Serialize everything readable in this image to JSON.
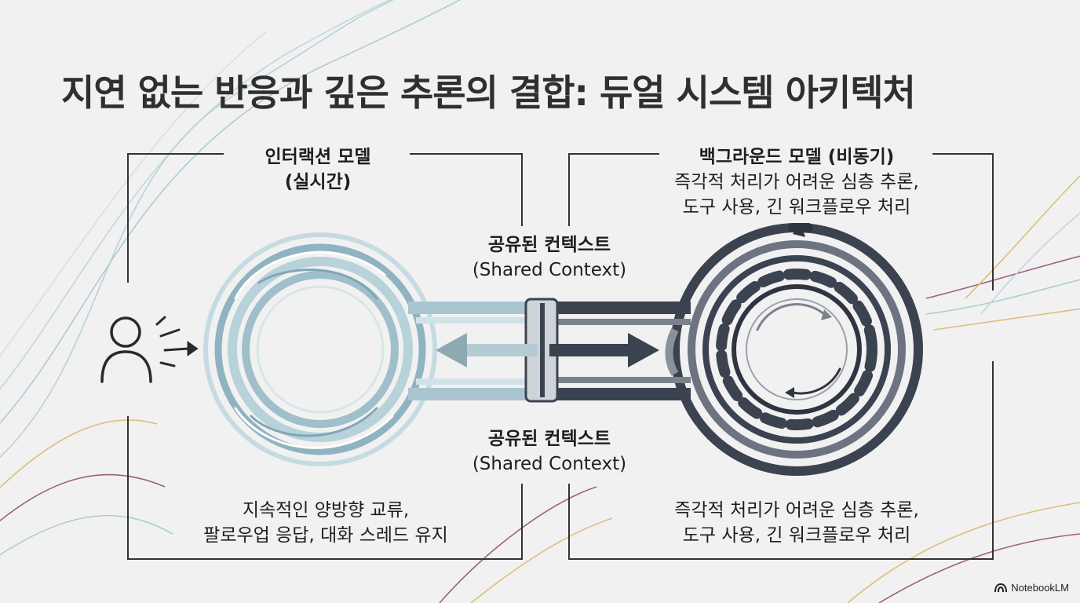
{
  "title": "지연 없는 반응과 깊은 추론의 결합: 듀얼 시스템 아키텍처",
  "left_panel": {
    "title_line1": "인터랙션 모델",
    "title_line2": "(실시간)",
    "desc_line1": "지속적인 양방향 교류,",
    "desc_line2": "팔로우업 응답, 대화 스레드 유지"
  },
  "right_panel": {
    "title": "백그라운드 모델 (비동기)",
    "sub_line1": "즉각적 처리가 어려운 심층 추론,",
    "sub_line2": "도구 사용, 긴 워크플로우 처리",
    "desc_line1": "즉각적 처리가 어려운 심층 추론,",
    "desc_line2": "도구 사용, 긴 워크플로우 처리"
  },
  "shared_top": {
    "line1": "공유된 컨텍스트",
    "line2": "(Shared Context)"
  },
  "shared_bottom": {
    "line1": "공유된 컨텍스트",
    "line2": "(Shared Context)"
  },
  "watermark": "NotebookLM",
  "icons": [
    "user-icon",
    "speech-burst-icon",
    "swirl-loop-icon",
    "gear-icon",
    "double-arrow-icon",
    "notebooklm-logo-icon"
  ],
  "colors": {
    "background": "#f1f1f2",
    "interaction_teal": "#8fb3c0",
    "background_dark": "#3b4350",
    "frame": "#333333",
    "accent_gold": "#d9b45a",
    "accent_purple": "#8a3a6a"
  }
}
